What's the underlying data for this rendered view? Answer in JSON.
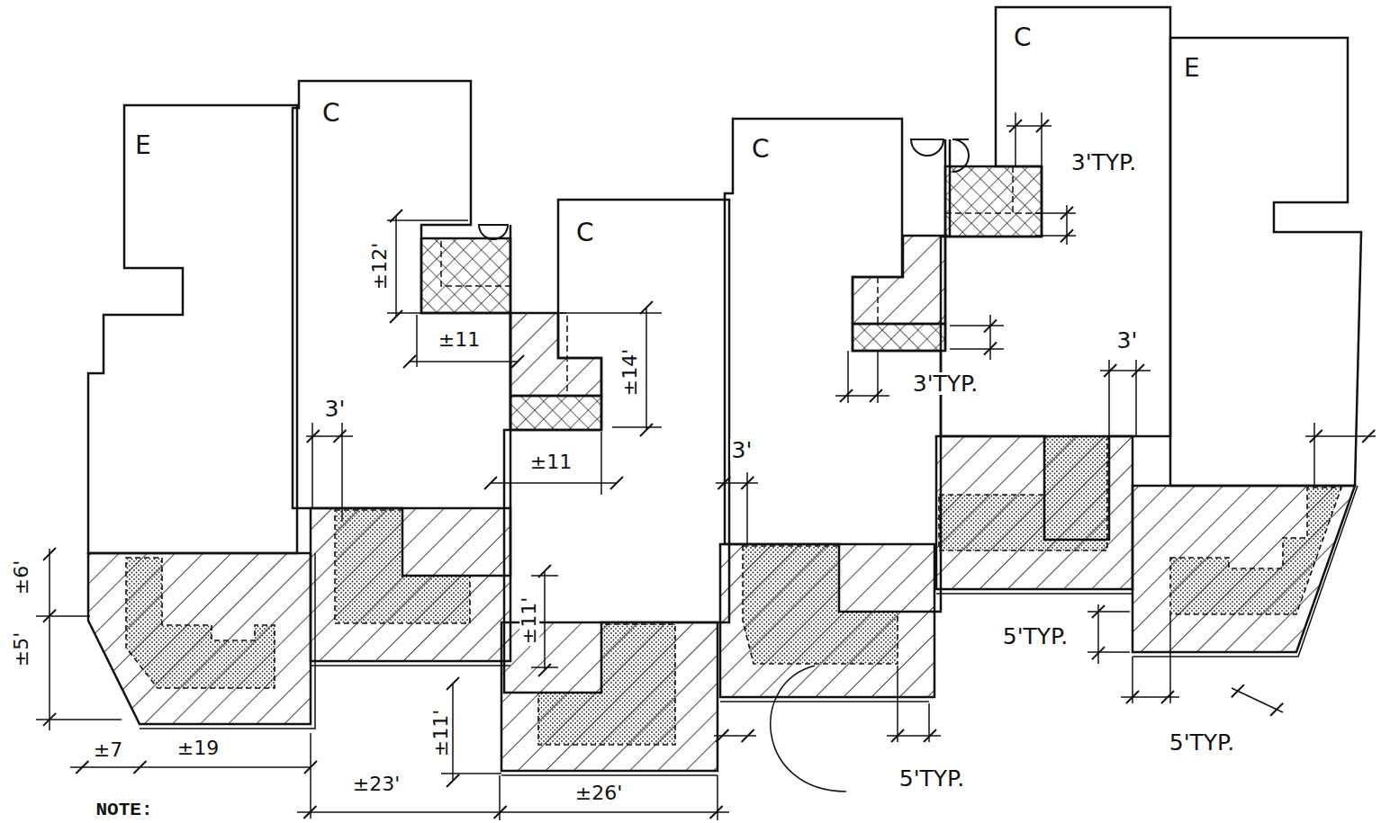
{
  "diagram": {
    "nodes": [
      {
        "text": [
          "E"
        ]
      },
      {
        "text": [
          "C"
        ]
      },
      {
        "text": [
          "C"
        ]
      },
      {
        "text": [
          "C"
        ]
      },
      {
        "text": [
          "C"
        ]
      },
      {
        "text": [
          "E"
        ]
      }
    ],
    "labels": [
      "±12'",
      "±11",
      "±14'",
      "±11",
      "3'",
      "3'",
      "±11'",
      "±11'",
      "±6'",
      "±5'",
      "±7",
      "±19",
      "±23'",
      "±26'",
      "3'TYP.",
      "3'TYP.",
      "3'",
      "5'TYP.",
      "5'TYP.",
      "5'TYP.",
      "NOTE:"
    ]
  }
}
